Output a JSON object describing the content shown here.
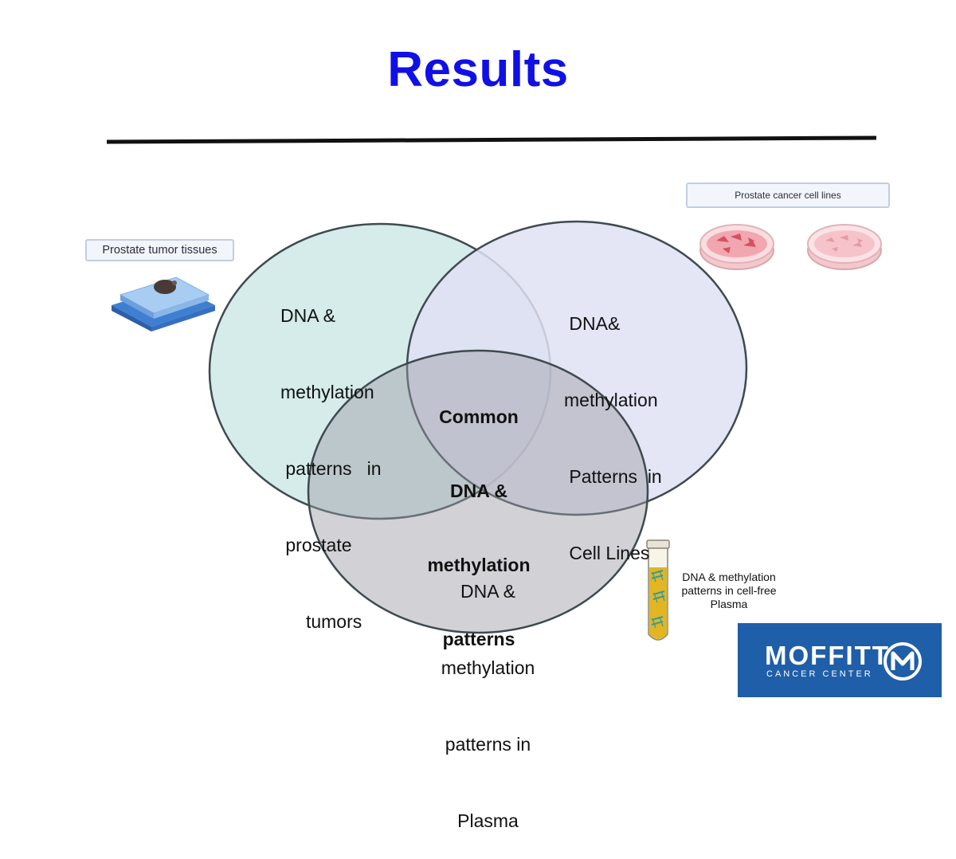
{
  "title": "Results",
  "labels": {
    "tissues": "Prostate tumor tissues",
    "cell_lines": "Prostate cancer cell lines"
  },
  "venn": {
    "tumors": [
      "DNA &",
      "methylation",
      " patterns   in",
      " prostate",
      "     tumors"
    ],
    "cell_lines": [
      " DNA&",
      "methylation",
      " Patterns  in",
      " Cell Lines"
    ],
    "plasma": [
      "DNA &",
      "methylation",
      "patterns in",
      "Plasma"
    ],
    "common": [
      "Common",
      "DNA &",
      "methylation",
      "patterns"
    ]
  },
  "tube_label": [
    "DNA & methylation",
    "patterns in cell-free",
    "Plasma"
  ],
  "logo": {
    "word": "MOFFITT",
    "sub": "CANCER CENTER"
  },
  "colors": {
    "title": "#1010e6",
    "tumors_fill": "#d3ecea",
    "cells_fill": "#e3e3f5",
    "plasma_fill": "#c5c5cc",
    "logo_bg": "#1f5ea8"
  }
}
